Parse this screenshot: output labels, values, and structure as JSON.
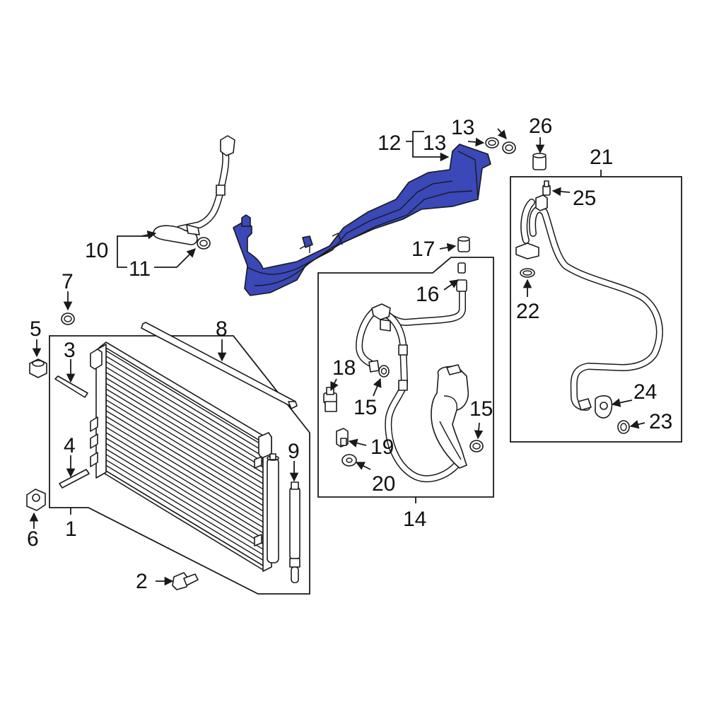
{
  "colors": {
    "highlight": "#3a48b8",
    "line": "#1a1a1a",
    "background": "#ffffff"
  },
  "callouts": {
    "c1": "1",
    "c2": "2",
    "c3": "3",
    "c4": "4",
    "c5": "5",
    "c6": "6",
    "c7": "7",
    "c8": "8",
    "c9": "9",
    "c10": "10",
    "c11": "11",
    "c12": "12",
    "c13a": "13",
    "c13b": "13",
    "c14": "14",
    "c15a": "15",
    "c15b": "15",
    "c16": "16",
    "c17": "17",
    "c18": "18",
    "c19": "19",
    "c20": "20",
    "c21": "21",
    "c22": "22",
    "c23": "23",
    "c24": "24",
    "c25": "25",
    "c26": "26"
  }
}
